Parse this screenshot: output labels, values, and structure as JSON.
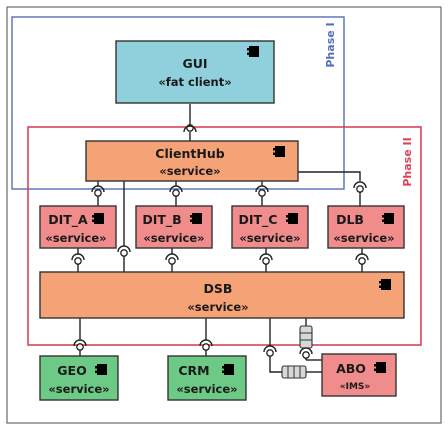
{
  "phases": {
    "phase1": {
      "label": "Phase I",
      "color": "#5570b8"
    },
    "phase2": {
      "label": "Phase II",
      "color": "#d8455a"
    }
  },
  "components": {
    "gui": {
      "name": "GUI",
      "stereotype": "«fat client»",
      "color": "#8fd0dc"
    },
    "clienthub": {
      "name": "ClientHub",
      "stereotype": "«service»",
      "color": "#f5a277"
    },
    "dit_a": {
      "name": "DIT_A",
      "stereotype": "«service»",
      "color": "#f08c8c"
    },
    "dit_b": {
      "name": "DIT_B",
      "stereotype": "«service»",
      "color": "#f08c8c"
    },
    "dit_c": {
      "name": "DIT_C",
      "stereotype": "«service»",
      "color": "#f08c8c"
    },
    "dlb": {
      "name": "DLB",
      "stereotype": "«service»",
      "color": "#f08c8c"
    },
    "dsb": {
      "name": "DSB",
      "stereotype": "«service»",
      "color": "#f5a277"
    },
    "geo": {
      "name": "GEO",
      "stereotype": "«service»",
      "color": "#6cc986"
    },
    "crm": {
      "name": "CRM",
      "stereotype": "«service»",
      "color": "#6cc986"
    },
    "abo": {
      "name": "ABO",
      "stereotype": "«IMS»",
      "color": "#f08c8c"
    }
  },
  "icons": {
    "component": "uml-component-icon",
    "queue": "message-queue-icon"
  }
}
